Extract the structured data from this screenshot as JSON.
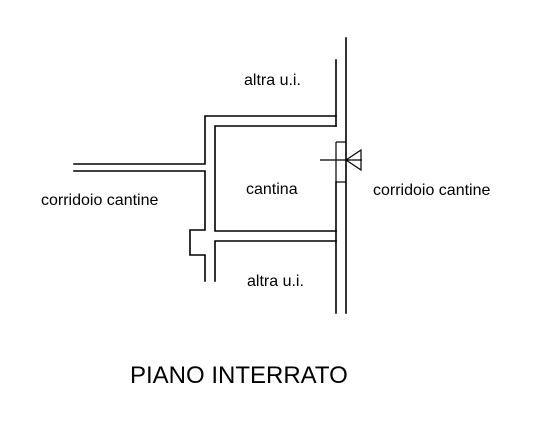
{
  "labels": {
    "altra_top": "altra u.i.",
    "corridoio_left": "corridoio cantine",
    "cantina": "cantina",
    "corridoio_right": "corridoio cantine",
    "altra_bottom": "altra u.i."
  },
  "title": "PIANO INTERRATO",
  "colors": {
    "lines": "#000000",
    "background": "#ffffff"
  }
}
